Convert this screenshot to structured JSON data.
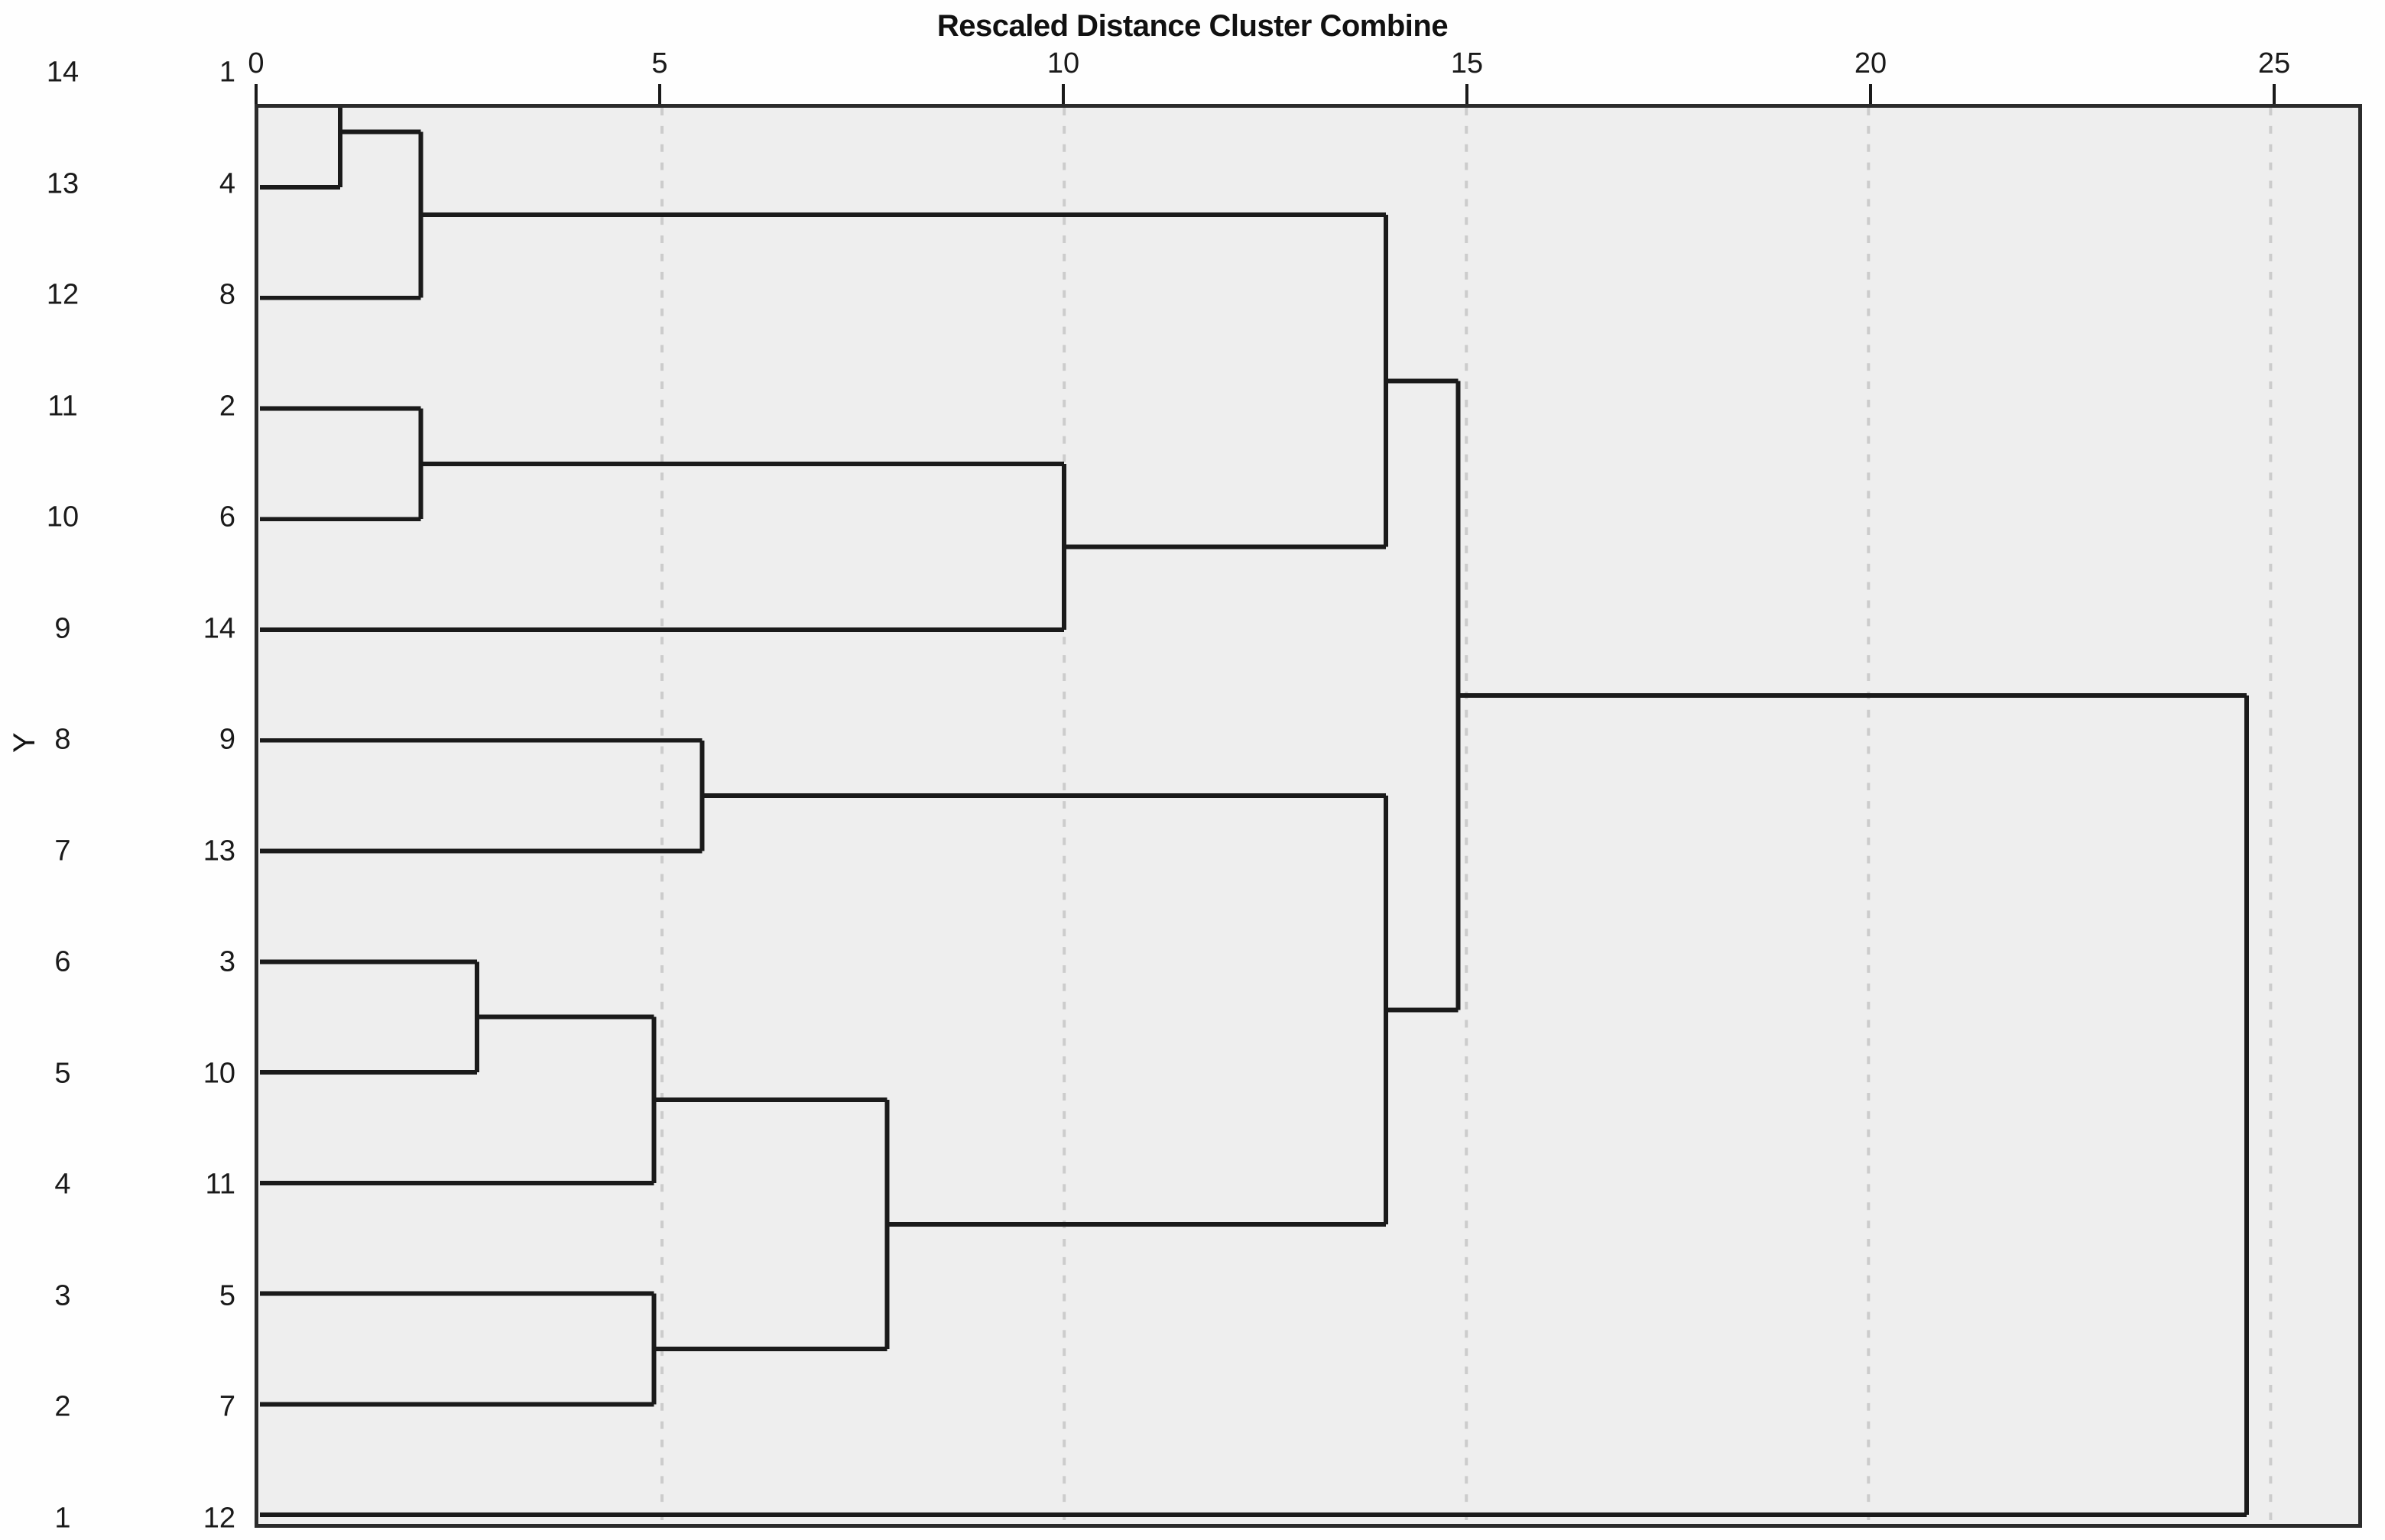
{
  "chart_data": {
    "type": "dendrogram",
    "title": "Rescaled Distance Cluster Combine",
    "xlabel": "Rescaled Distance Cluster Combine",
    "ylabel": "Y",
    "xlim": [
      0,
      26.2
    ],
    "xticks": [
      0,
      5,
      10,
      15,
      20,
      25
    ],
    "xtick_labels": [
      "0",
      "5",
      "10",
      "15",
      "20",
      "25"
    ],
    "grid": "vertical dashed gridlines at x = 5, 10, 15, 20, 25",
    "legend": "none",
    "orientation": "horizontal",
    "num_leaves": 14,
    "rank_labels": [
      "14",
      "13",
      "12",
      "11",
      "10",
      "9",
      "8",
      "7",
      "6",
      "5",
      "4",
      "3",
      "2",
      "1"
    ],
    "leaf_order": [
      "1",
      "4",
      "8",
      "2",
      "6",
      "14",
      "9",
      "13",
      "3",
      "10",
      "11",
      "5",
      "7",
      "12"
    ],
    "leaves": [
      {
        "rank": "14",
        "case": "1"
      },
      {
        "rank": "13",
        "case": "4"
      },
      {
        "rank": "12",
        "case": "8"
      },
      {
        "rank": "11",
        "case": "2"
      },
      {
        "rank": "10",
        "case": "6"
      },
      {
        "rank": "9",
        "case": "14"
      },
      {
        "rank": "8",
        "case": "9"
      },
      {
        "rank": "7",
        "case": "13"
      },
      {
        "rank": "6",
        "case": "3"
      },
      {
        "rank": "5",
        "case": "10"
      },
      {
        "rank": "4",
        "case": "11"
      },
      {
        "rank": "3",
        "case": "5"
      },
      {
        "rank": "2",
        "case": "7"
      },
      {
        "rank": "1",
        "case": "12"
      }
    ],
    "merges": [
      {
        "id": "m1",
        "members": [
          "1",
          "4"
        ],
        "distance": 1.0
      },
      {
        "id": "m2",
        "members": [
          "1",
          "4",
          "8"
        ],
        "distance": 2.0
      },
      {
        "id": "m3",
        "members": [
          "2",
          "6"
        ],
        "distance": 2.0
      },
      {
        "id": "m4",
        "members": [
          "3",
          "10"
        ],
        "distance": 2.7
      },
      {
        "id": "m5",
        "members": [
          "3",
          "10",
          "11"
        ],
        "distance": 4.9
      },
      {
        "id": "m6",
        "members": [
          "5",
          "7"
        ],
        "distance": 4.9
      },
      {
        "id": "m7",
        "members": [
          "9",
          "13"
        ],
        "distance": 5.5
      },
      {
        "id": "m8",
        "members": [
          "3",
          "10",
          "11",
          "5",
          "7"
        ],
        "distance": 7.8
      },
      {
        "id": "m9",
        "members": [
          "2",
          "6",
          "14"
        ],
        "distance": 10.0
      },
      {
        "id": "m10",
        "members": [
          "9",
          "13",
          "3",
          "10",
          "11",
          "5",
          "7"
        ],
        "distance": 14.0
      },
      {
        "id": "m11",
        "members": [
          "1",
          "4",
          "8",
          "2",
          "6",
          "14"
        ],
        "distance": 14.0
      },
      {
        "id": "m12",
        "members": [
          "1",
          "4",
          "8",
          "2",
          "6",
          "14",
          "9",
          "13",
          "3",
          "10",
          "11",
          "5",
          "7"
        ],
        "distance": 14.9
      },
      {
        "id": "m13",
        "members": [
          "all",
          "12"
        ],
        "distance": 24.7
      }
    ],
    "colors": {
      "panel_background": "#eeeeee",
      "page_background": "#fefefe",
      "line": "#1a1a1a",
      "border": "#2b2b2b",
      "gridline": "#cccccc",
      "text": "#111111"
    }
  },
  "title": {
    "text": "Rescaled Distance Cluster Combine"
  },
  "axes": {
    "y_title": "Y",
    "x_ticks": [
      {
        "label": "0",
        "value": 0
      },
      {
        "label": "5",
        "value": 5
      },
      {
        "label": "10",
        "value": 10
      },
      {
        "label": "15",
        "value": 15
      },
      {
        "label": "20",
        "value": 20
      },
      {
        "label": "25",
        "value": 25
      }
    ]
  }
}
